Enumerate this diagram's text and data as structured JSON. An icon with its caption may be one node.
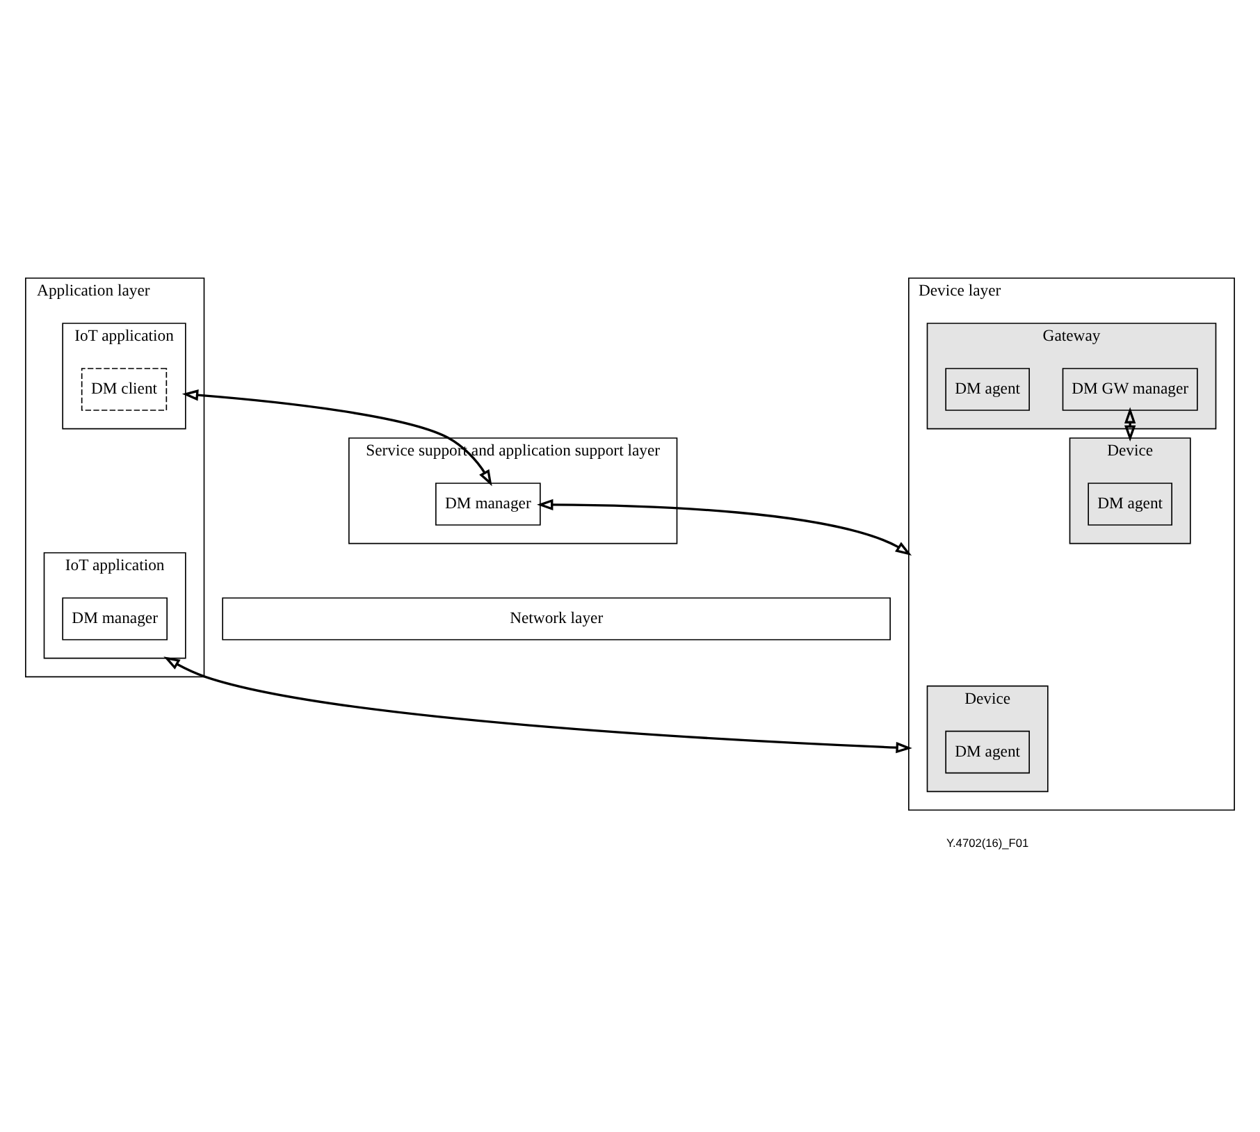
{
  "diagram": {
    "nodes": [
      {
        "text": [
          "Application layer"
        ]
      },
      {
        "text": [
          "IoT application"
        ],
        "in": 0
      },
      {
        "text": [
          "DM client"
        ],
        "in": 1
      },
      {
        "text": [
          "IoT application"
        ],
        "in": 0
      },
      {
        "text": [
          "DM manager"
        ],
        "in": 3
      },
      {
        "text": [
          "Service support and application support layer"
        ]
      },
      {
        "text": [
          "DM manager"
        ],
        "in": 5
      },
      {
        "text": [
          "Network layer"
        ]
      },
      {
        "text": [
          "Device layer"
        ]
      },
      {
        "text": [
          "Device"
        ],
        "in": 8
      },
      {
        "text": [
          "DM agent"
        ],
        "in": 9
      },
      {
        "text": [
          "Gateway"
        ],
        "in": 8
      },
      {
        "text": [
          "DM GW manager"
        ],
        "in": 11
      },
      {
        "text": [
          "DM agent"
        ],
        "in": 11
      },
      {
        "text": [
          "Device"
        ],
        "in": 8
      },
      {
        "text": [
          "DM agent"
        ],
        "in": 14
      }
    ],
    "edges": [
      {
        "from": 1,
        "to": 6,
        "arrow": "both"
      },
      {
        "from": 6,
        "to": 8,
        "arrow": "both"
      },
      {
        "from": 3,
        "to": 8,
        "arrow": "both"
      },
      {
        "from": 12,
        "to": 14,
        "arrow": "both"
      }
    ],
    "labels": [
      "Y.4702(16)_F01"
    ]
  }
}
